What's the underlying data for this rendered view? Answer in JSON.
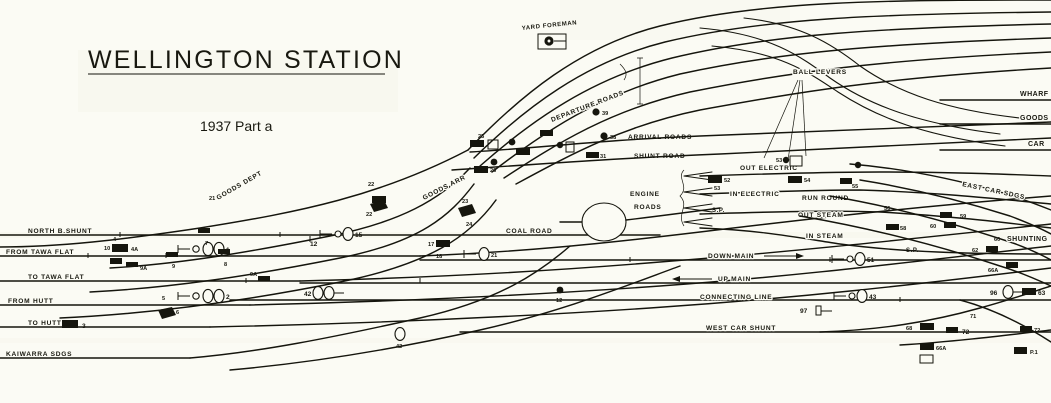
{
  "title": {
    "heading": "WELLINGTON  STATION",
    "subtitle": "1937 Part a"
  },
  "annotations": {
    "yard_foreman": "YARD FOREMAN",
    "departure_roads": "DEPARTURE ROADS",
    "arrival_roads": "ARRIVAL ROADS",
    "shunt_road": "SHUNT ROAD",
    "ball_levers": "BALL LEVERS",
    "engine_roads_1": "ENGINE",
    "engine_roads_2": "ROADS",
    "out_electric": "OUT ELECTRIC",
    "in_electric": "IN ELECTRIC",
    "run_round": "RUN ROUND",
    "out_steam": "OUT STEAM",
    "in_steam": "IN STEAM",
    "goods_dept": "GOODS DEPT",
    "goods_arr": "GOODS ARR",
    "coal_road": "COAL ROAD",
    "down_main": "DOWN MAIN",
    "up_main": "UP MAIN",
    "connecting_line": "CONNECTING LINE",
    "west_car_shunt": "WEST CAR SHUNT",
    "east_car_sdgs": "EAST CAR SDGS",
    "shunting": "SHUNTING",
    "sp_1": "S.P.",
    "sp_2": "S.P.",
    "p1": "P.1"
  },
  "left_lines": [
    {
      "label": "NORTH B.SHUNT"
    },
    {
      "label": "FROM TAWA FLAT"
    },
    {
      "label": "TO TAWA FLAT"
    },
    {
      "label": "FROM HUTT"
    },
    {
      "label": "TO HUTT"
    },
    {
      "label": "KAIWARRA SDGS"
    }
  ],
  "right_lines": [
    {
      "label": "WHARF"
    },
    {
      "label": "GOODS"
    },
    {
      "label": "CAR"
    }
  ],
  "signal_numbers": [
    "1",
    "2",
    "3",
    "4",
    "4A",
    "5",
    "6",
    "7",
    "8",
    "9",
    "9A",
    "10",
    "12",
    "15",
    "17",
    "18",
    "21",
    "22",
    "23",
    "24",
    "25",
    "26",
    "31",
    "38",
    "39",
    "42",
    "43",
    "51",
    "52",
    "53",
    "54",
    "55",
    "56",
    "58",
    "59",
    "60",
    "62",
    "63",
    "66A",
    "68",
    "71",
    "72",
    "96",
    "97"
  ],
  "colors": {
    "paper": "#fbfbf4",
    "ink": "#15150d"
  }
}
